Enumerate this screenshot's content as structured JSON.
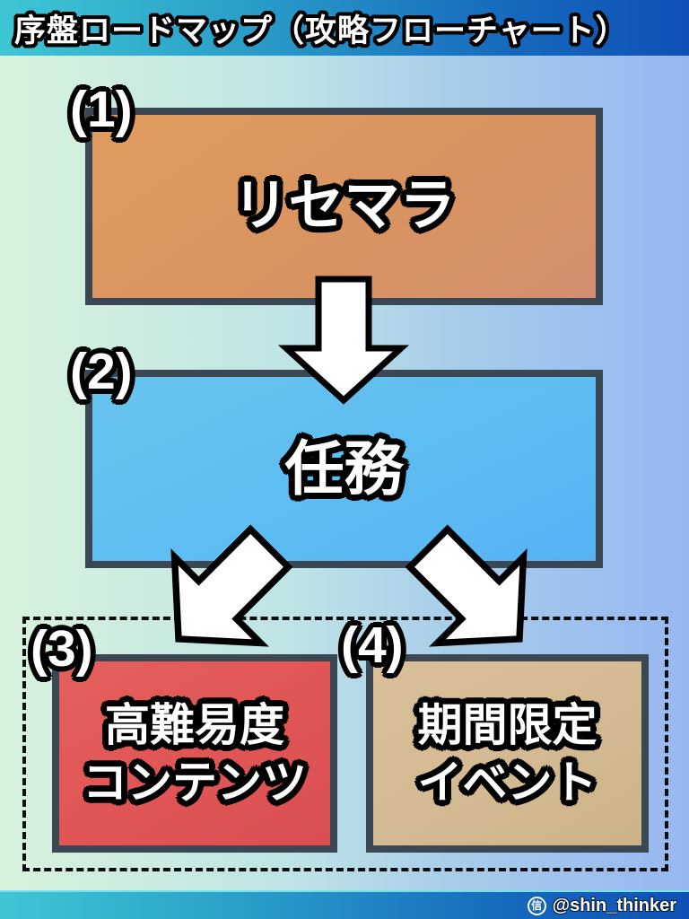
{
  "header": {
    "title": "序盤ロードマップ（攻略フローチャート）"
  },
  "flow": {
    "nodes": [
      {
        "label": "(1)",
        "text": "リセマラ"
      },
      {
        "label": "(2)",
        "text": "任務"
      },
      {
        "label": "(3)",
        "lines": [
          "高難易度",
          "コンテンツ"
        ]
      },
      {
        "label": "(4)",
        "lines": [
          "期間限定",
          "イベント"
        ]
      }
    ],
    "connections": [
      "node1 -> node2",
      "node2 -> node3",
      "node2 -> node4"
    ]
  },
  "footer": {
    "icon_char": "信",
    "handle": "@shin_thinker"
  },
  "colors": {
    "bar_gradient_left": "#3fc6d4",
    "bar_gradient_right": "#0f50b5",
    "background_left": "#d8f3dc",
    "background_right": "#96b7f1",
    "node1_fill": "#d99360",
    "node2_fill": "#5cbcf2",
    "node3_fill": "#e05555",
    "node4_fill": "#d4ba92",
    "box_border": "#3b4854",
    "arrow_fill": "#ffffff",
    "arrow_outline": "#000000"
  }
}
